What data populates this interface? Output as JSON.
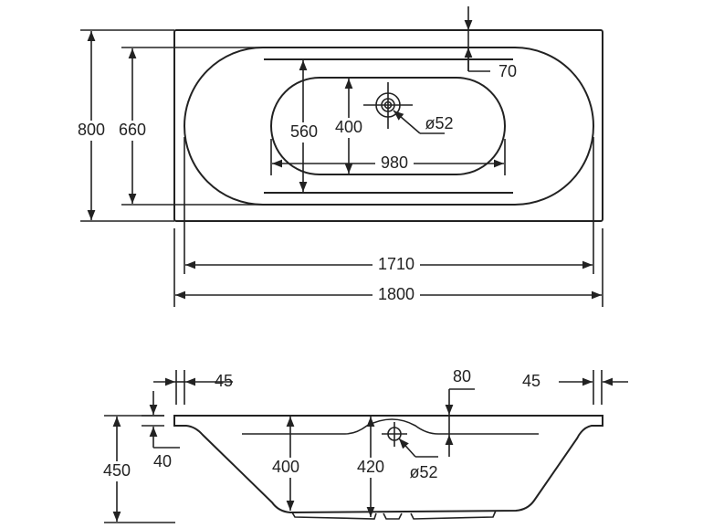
{
  "top_view": {
    "outer_length": "1800",
    "inner_rim_length": "1710",
    "outer_width": "800",
    "inner_rim_width": "660",
    "basin_width_upper": "560",
    "basin_width_bottom": "400",
    "basin_length_bottom": "980",
    "drain_offset": "70",
    "drain_diameter": "ø52"
  },
  "side_view": {
    "rim_left": "45",
    "rim_right": "45",
    "overflow_offset": "80",
    "rim_thickness": "40",
    "total_height": "450",
    "depth": "400",
    "depth_at_drain": "420",
    "drain_diameter": "ø52"
  }
}
